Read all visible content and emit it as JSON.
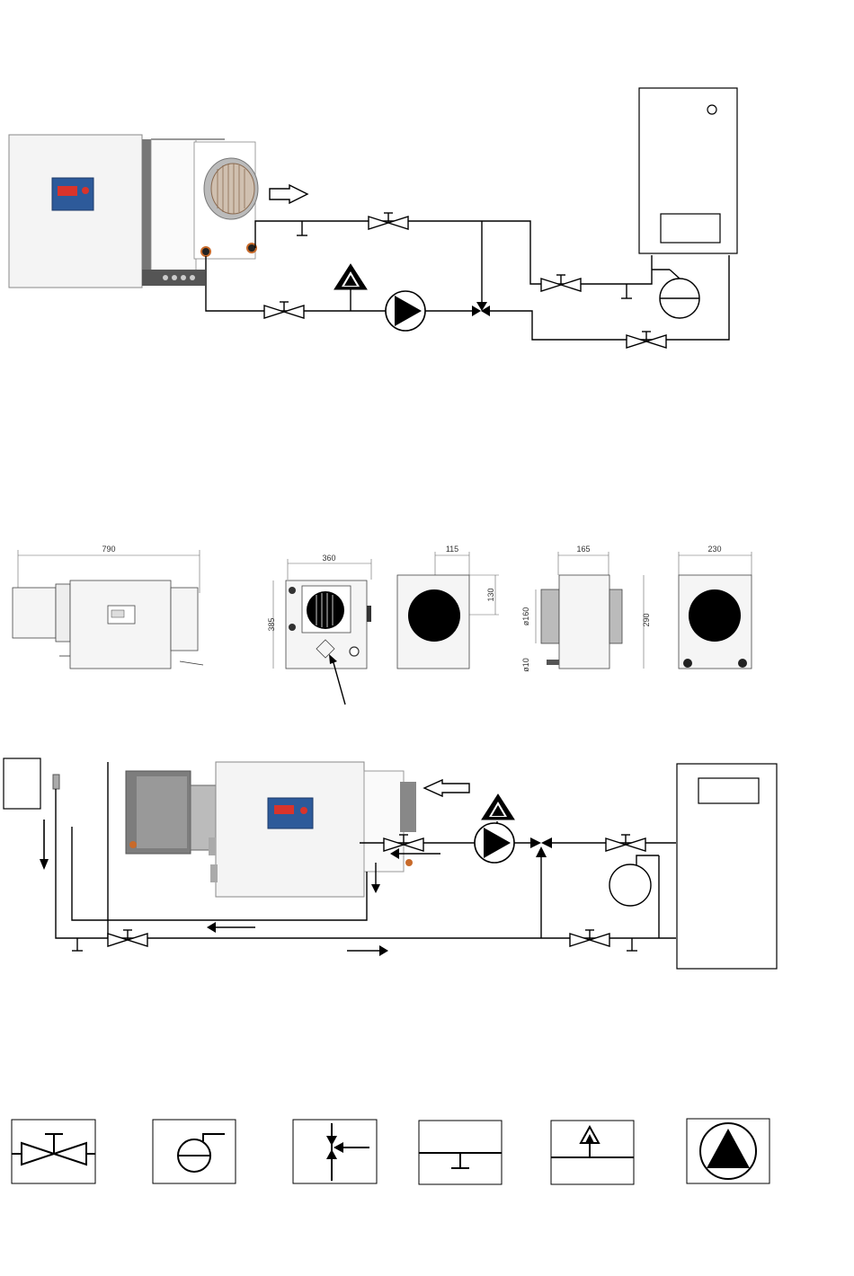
{
  "colors": {
    "line": "#000000",
    "unit_body": "#f2f2f2",
    "unit_shade": "#9a9a9a",
    "controller_panel": "#2d5a9a",
    "controller_display": "#d9342b",
    "fitting": "#c86a2a"
  },
  "dimensions": {
    "side_length": "790",
    "front_width": "360",
    "front_height": "385",
    "view2_width": "115",
    "view2_offset": "130",
    "view3_width": "165",
    "view3_diameter": "ø160",
    "view3_pipe": "ø10",
    "view3_height": "290",
    "view4_width": "230"
  },
  "legend": [
    {
      "symbol": "valve-icon"
    },
    {
      "symbol": "expansion-vessel-icon"
    },
    {
      "symbol": "three-way-junction-icon"
    },
    {
      "symbol": "drain-tap-icon"
    },
    {
      "symbol": "air-vent-icon"
    },
    {
      "symbol": "circulation-pump-icon"
    }
  ]
}
